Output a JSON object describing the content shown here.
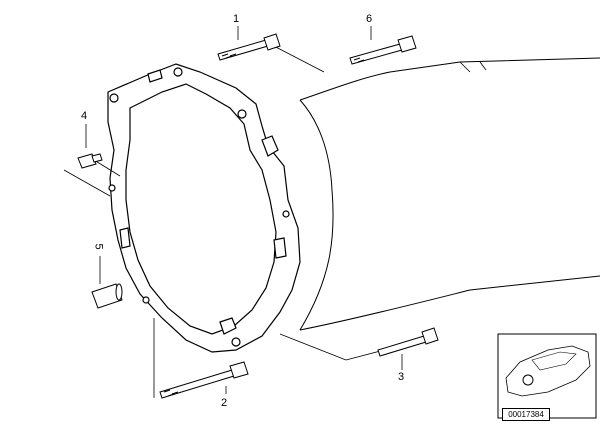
{
  "callouts": {
    "c1": "1",
    "c2": "2",
    "c3": "3",
    "c4": "4",
    "c5": "5",
    "c6": "6"
  },
  "inset": {
    "code": "00017384"
  }
}
